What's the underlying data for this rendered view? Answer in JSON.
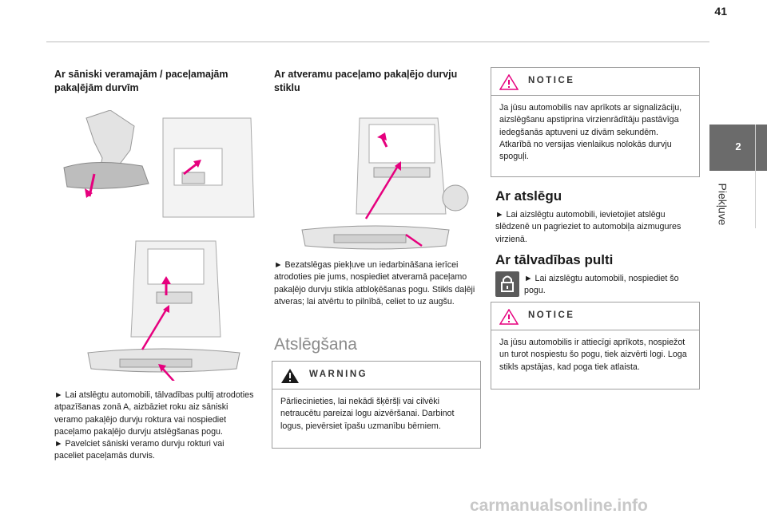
{
  "page_number": "41",
  "sidebar": {
    "tab_number": "2",
    "section_label": "Piekļuve"
  },
  "col1": {
    "heading": "Ar sāniski veramajām / paceļamajām pakaļējām durvīm",
    "text": "► Lai atslēgtu automobili, tālvadības pultij atrodoties atpazīšanas zonā A, aizbāziet roku aiz sāniski veramo pakaļējo durvju roktura vai nospiediet paceļamo pakaļējo durvju atslēgšanas pogu.\n► Pavelciet sāniski veramo durvju rokturi vai paceliet paceļamās durvis."
  },
  "col2": {
    "heading": "Ar atveramu paceļamo pakaļējo durvju stiklu",
    "text": "► Bezatslēgas piekļuve un iedarbināšana ierīcei atrodoties pie jums, nospiediet atveramā paceļamo pakaļējo durvju stikla atbloķēšanas pogu. Stikls daļēji atveras; lai atvērtu to pilnībā, celiet to uz augšu.",
    "section_title": "Atslēgšana",
    "warning": {
      "title": "WARNING",
      "text": "Pārliecinieties, lai nekādi šķēršļi vai cilvēki netraucētu pareizai logu aizvēršanai. Darbinot logus, pievērsiet īpašu uzmanību bērniem."
    }
  },
  "col3": {
    "notice1": {
      "title": "NOTICE",
      "text": "Ja jūsu automobilis nav aprīkots ar signalizāciju, aizslēgšanu apstiprina virzienrādītāju pastāvīga iedegšanās aptuveni uz divām sekundēm.\nAtkarībā no versijas vienlaikus nolokās durvju spoguļi."
    },
    "section1_title": "Ar atslēgu",
    "section1_text": "► Lai aizslēgtu automobili, ievietojiet atslēgu slēdzenē un pagrieziet to automobiļa aizmugures virzienā.",
    "section2_title": "Ar tālvadības pulti",
    "section2_text": "► Lai aizslēgtu automobili, nospiediet šo pogu.",
    "notice2": {
      "title": "NOTICE",
      "text": "Ja jūsu automobilis ir attiecīgi aprīkots, nospiežot un turot nospiestu šo pogu, tiek aizvērti logi. Loga stikls apstājas, kad poga tiek atlaista."
    }
  },
  "watermark": "carmanualsonline.info",
  "colors": {
    "accent": "#e6007e",
    "tab": "#6b6b6b",
    "warning_icon": "#1a1a1a",
    "notice_icon": "#e6007e"
  }
}
